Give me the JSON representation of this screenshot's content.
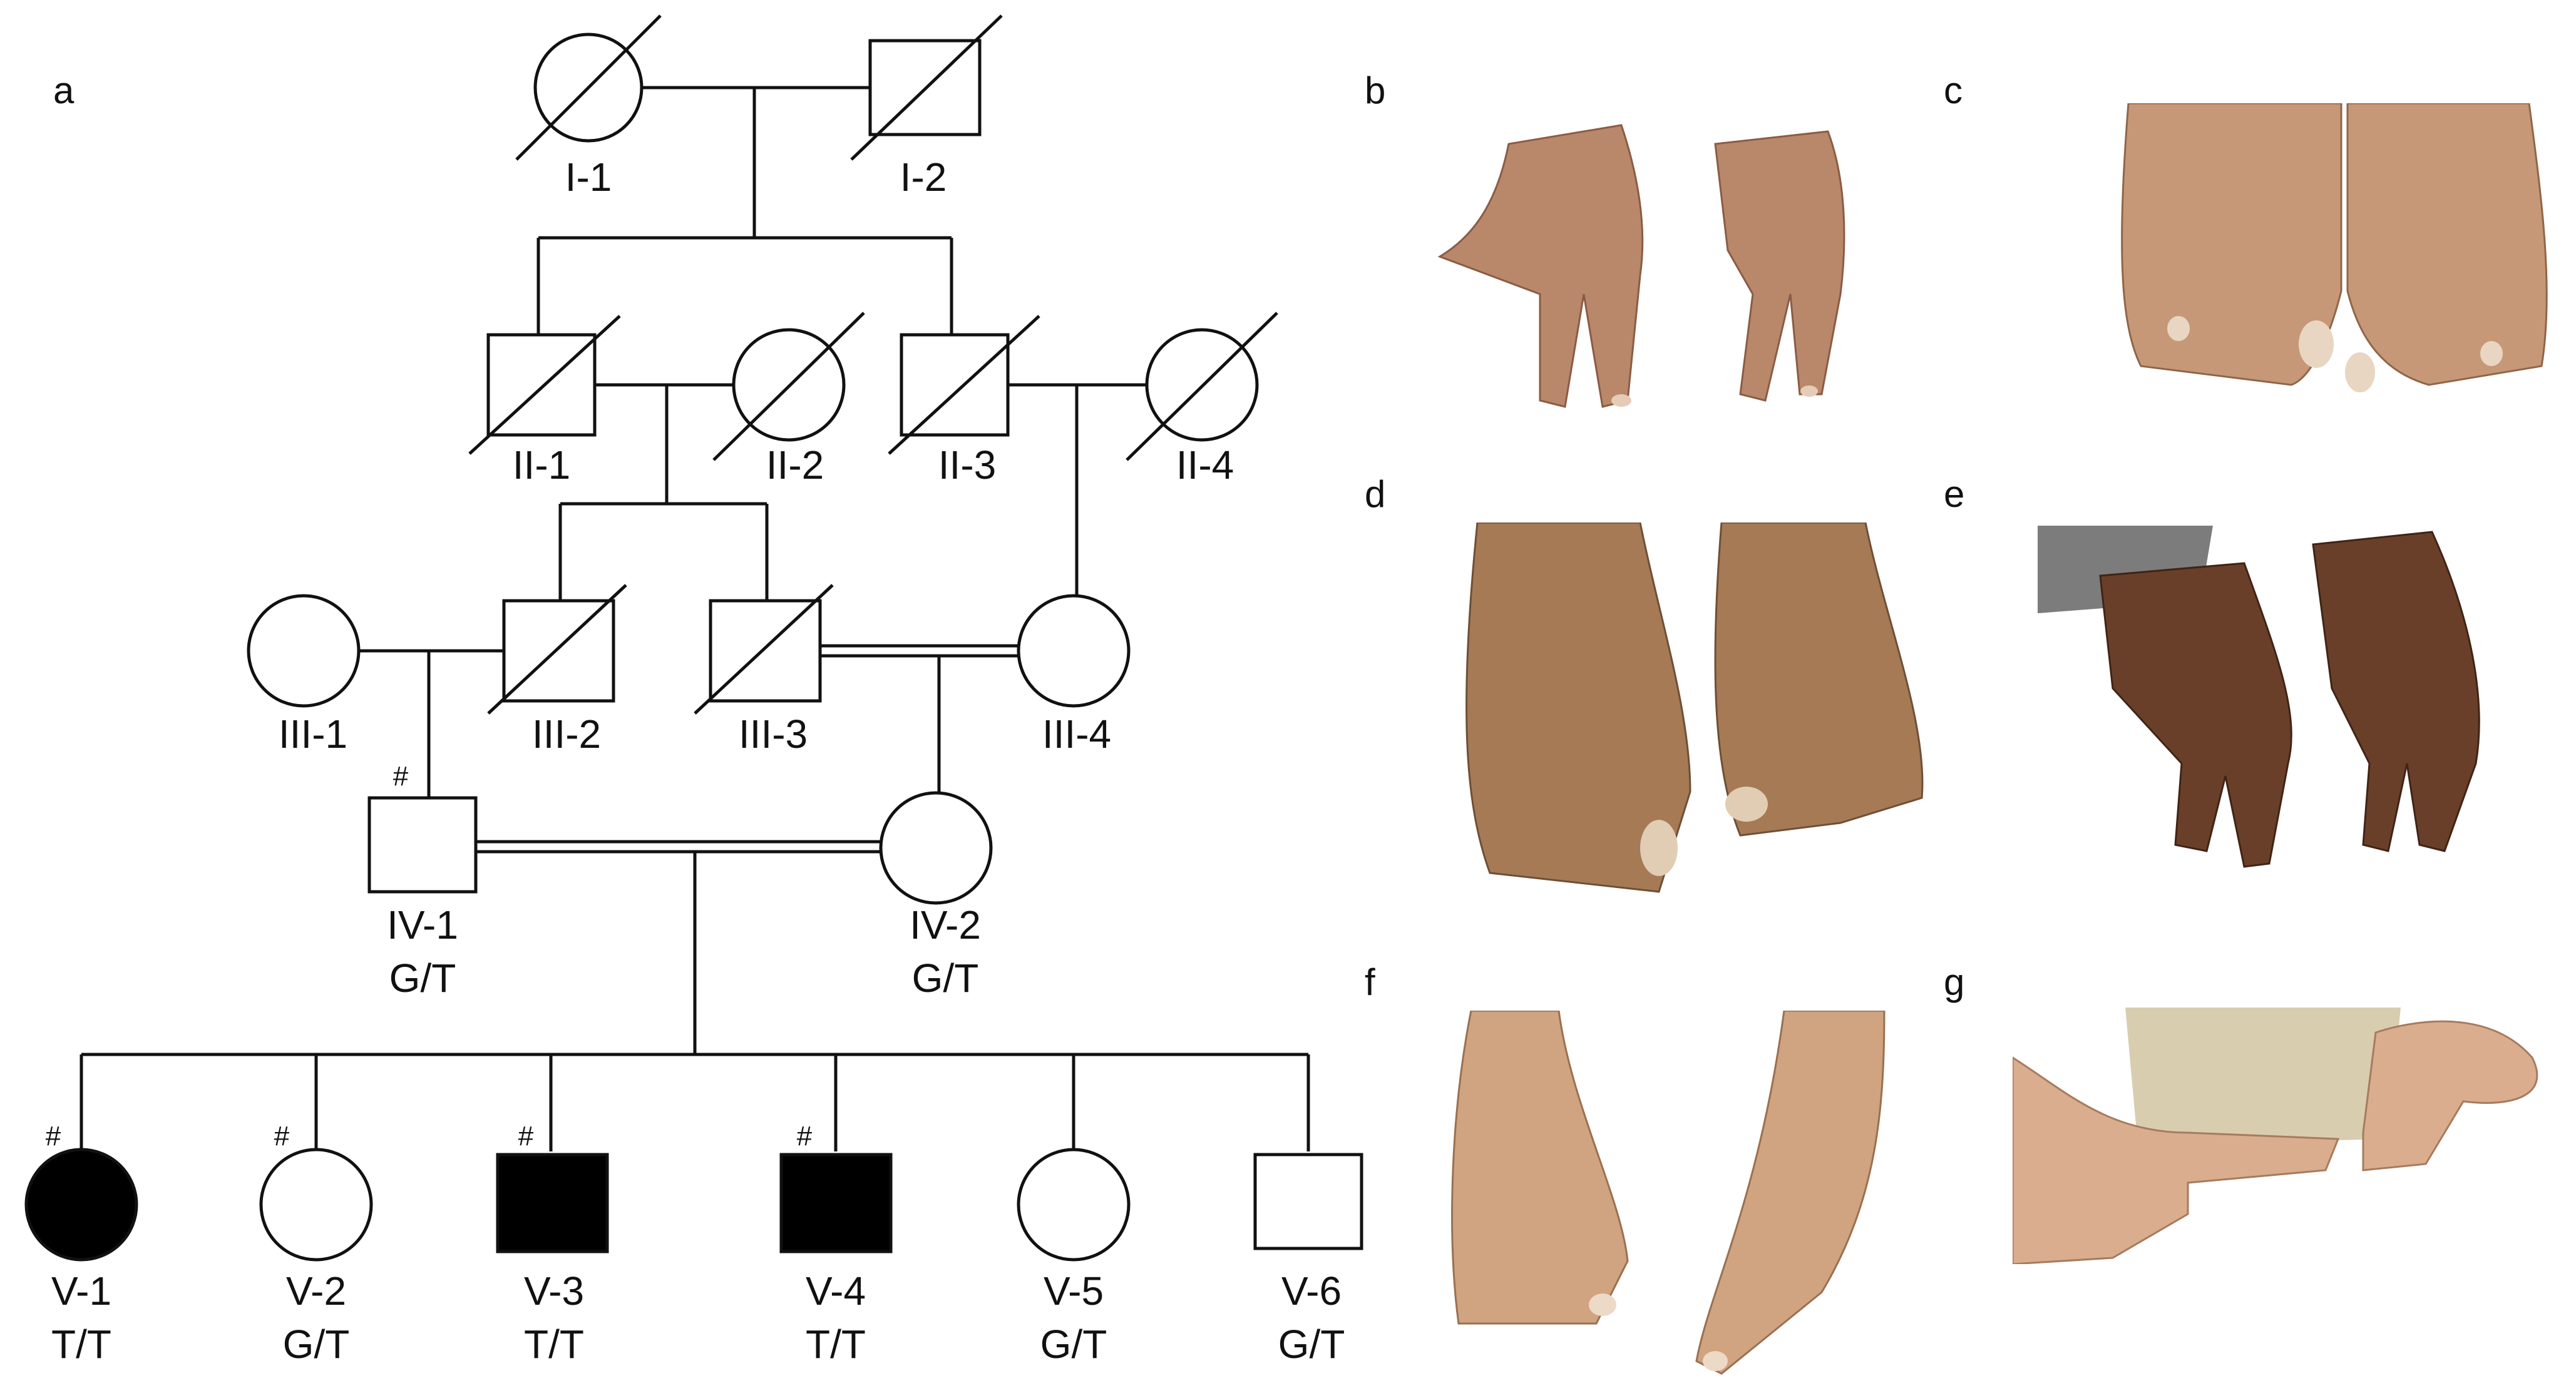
{
  "panel_letters": {
    "a": "a",
    "b": "b",
    "c": "c",
    "d": "d",
    "e": "e",
    "f": "f",
    "g": "g"
  },
  "individuals": {
    "I1": {
      "id": "I-1",
      "genotype": ""
    },
    "I2": {
      "id": "I-2",
      "genotype": ""
    },
    "II1": {
      "id": "II-1",
      "genotype": ""
    },
    "II2": {
      "id": "II-2",
      "genotype": ""
    },
    "II3": {
      "id": "II-3",
      "genotype": ""
    },
    "II4": {
      "id": "II-4",
      "genotype": ""
    },
    "III1": {
      "id": "III-1",
      "genotype": ""
    },
    "III2": {
      "id": "III-2",
      "genotype": ""
    },
    "III3": {
      "id": "III-3",
      "genotype": ""
    },
    "III4": {
      "id": "III-4",
      "genotype": ""
    },
    "IV1": {
      "id": "IV-1",
      "genotype": "G/T",
      "marker": "#"
    },
    "IV2": {
      "id": "IV-2",
      "genotype": "G/T"
    },
    "V1": {
      "id": "V-1",
      "genotype": "T/T",
      "marker": "#"
    },
    "V2": {
      "id": "V-2",
      "genotype": "G/T",
      "marker": "#"
    },
    "V3": {
      "id": "V-3",
      "genotype": "T/T",
      "marker": "#"
    },
    "V4": {
      "id": "V-4",
      "genotype": "T/T",
      "marker": "#"
    },
    "V5": {
      "id": "V-5",
      "genotype": "G/T"
    },
    "V6": {
      "id": "V-6",
      "genotype": "G/T"
    }
  },
  "colors": {
    "line": "#111111",
    "affected": "#000000",
    "unaffected": "#ffffff",
    "skin_light": "#c89a78",
    "skin_mid": "#b07d5c",
    "skin_dark": "#5a3422"
  }
}
